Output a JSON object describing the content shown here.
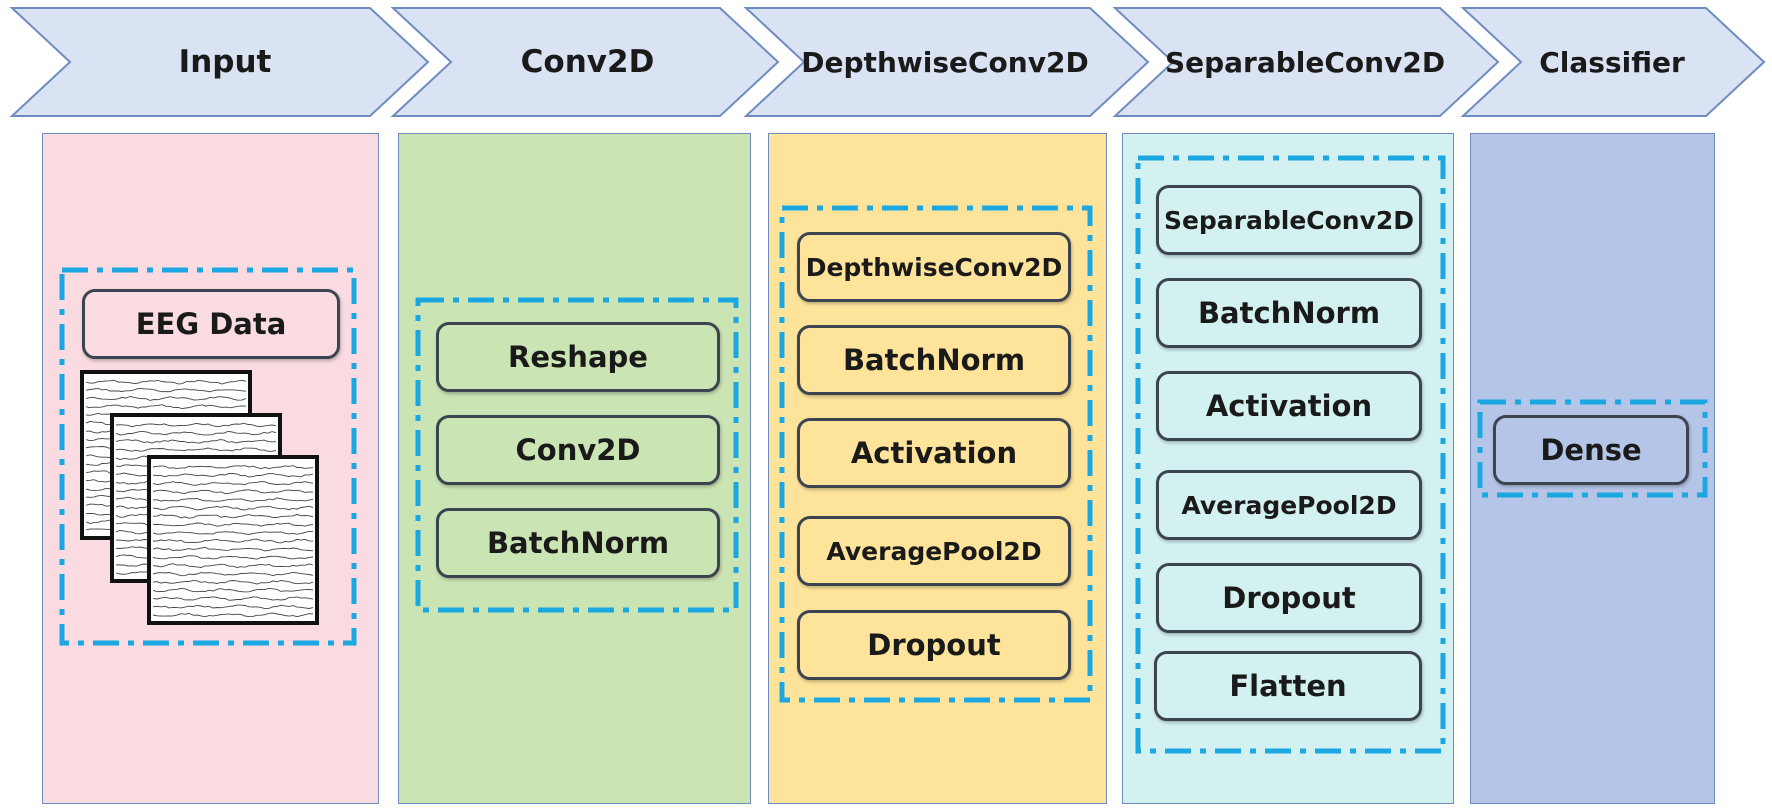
{
  "stages": [
    {
      "id": "input",
      "label": "Input"
    },
    {
      "id": "conv2d",
      "label": "Conv2D"
    },
    {
      "id": "depthwise",
      "label": "DepthwiseConv2D"
    },
    {
      "id": "separable",
      "label": "SeparableConv2D"
    },
    {
      "id": "classifier",
      "label": "Classifier"
    }
  ],
  "input": {
    "layers": [
      "EEG Data"
    ]
  },
  "conv2d": {
    "layers": [
      "Reshape",
      "Conv2D",
      "BatchNorm"
    ]
  },
  "depthwise": {
    "layers": [
      "DepthwiseConv2D",
      "BatchNorm",
      "Activation",
      "AveragePool2D",
      "Dropout"
    ]
  },
  "separable": {
    "layers": [
      "SeparableConv2D",
      "BatchNorm",
      "Activation",
      "AveragePool2D",
      "Dropout",
      "Flatten"
    ]
  },
  "classifier": {
    "layers": [
      "Dense"
    ]
  },
  "colors": {
    "chevron_fill": "#dae3f3",
    "chevron_border": "#6f8cc0",
    "input_panel": "#f9dbe1",
    "conv2d_panel": "#cbe4b4",
    "depthwise_panel": "#fee49b",
    "separable_panel": "#d4f1f1",
    "classifier_panel": "#b4c5e7",
    "dashed_border": "#1ba7e1",
    "box_border": "#3c4450"
  }
}
